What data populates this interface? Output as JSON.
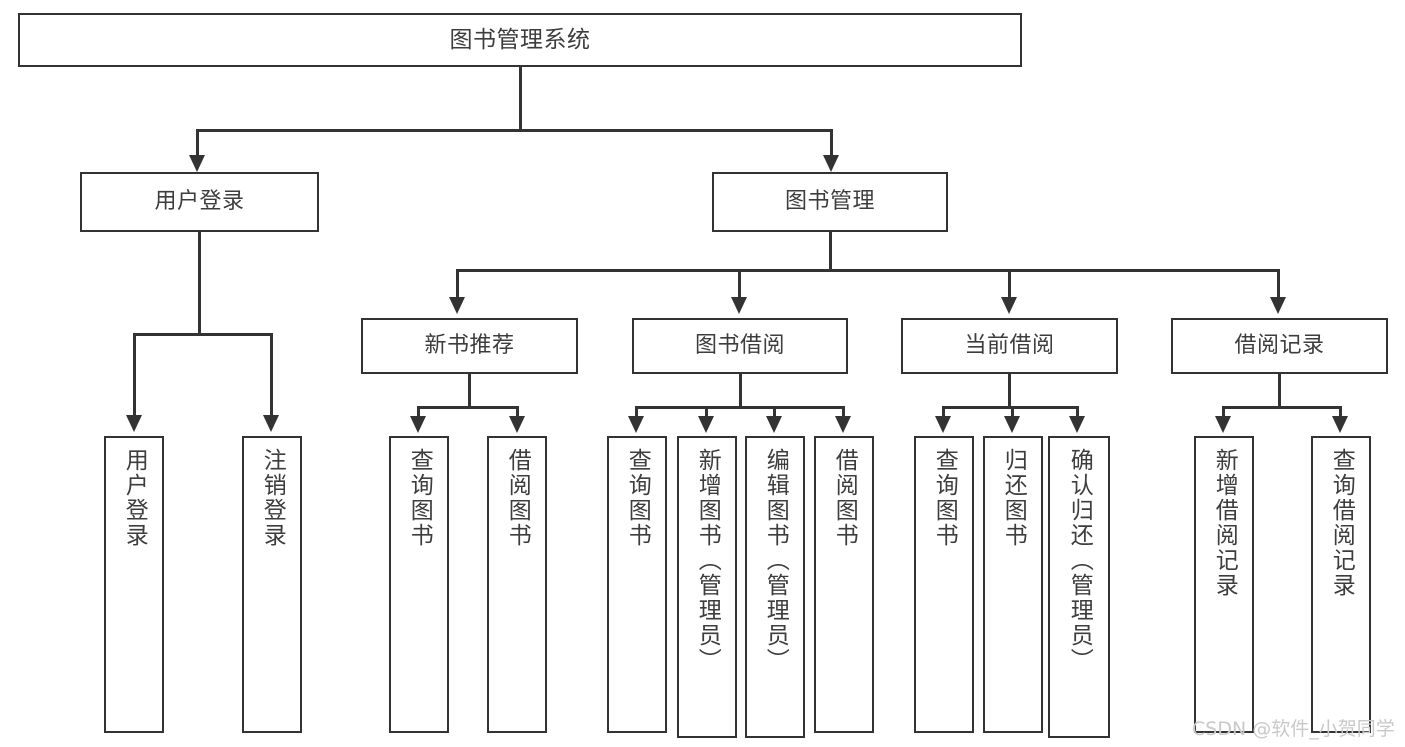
{
  "diagram": {
    "title": "图书管理系统",
    "root": {
      "label": "图书管理系统"
    },
    "level2": [
      {
        "label": "用户登录"
      },
      {
        "label": "图书管理"
      }
    ],
    "level3": [
      {
        "label": "新书推荐"
      },
      {
        "label": "图书借阅"
      },
      {
        "label": "当前借阅"
      },
      {
        "label": "借阅记录"
      }
    ],
    "leaves": {
      "user_login": [
        {
          "label": "用户登录"
        },
        {
          "label": "注销登录"
        }
      ],
      "new_book_recommend": [
        {
          "label": "查询图书"
        },
        {
          "label": "借阅图书"
        }
      ],
      "book_borrow": [
        {
          "label": "查询图书"
        },
        {
          "label": "新增图书（管理员）"
        },
        {
          "label": "编辑图书（管理员）"
        },
        {
          "label": "借阅图书"
        }
      ],
      "current_borrow": [
        {
          "label": "查询图书"
        },
        {
          "label": "归还图书"
        },
        {
          "label": "确认归还（管理员）"
        }
      ],
      "borrow_record": [
        {
          "label": "新增借阅记录"
        },
        {
          "label": "查询借阅记录"
        }
      ]
    }
  },
  "watermark": {
    "text": "CSDN @软件_小贺同学"
  },
  "colors": {
    "stroke": "#333333",
    "text": "#3d3d3d",
    "background": "#ffffff",
    "watermark": "#c9c9c9"
  }
}
